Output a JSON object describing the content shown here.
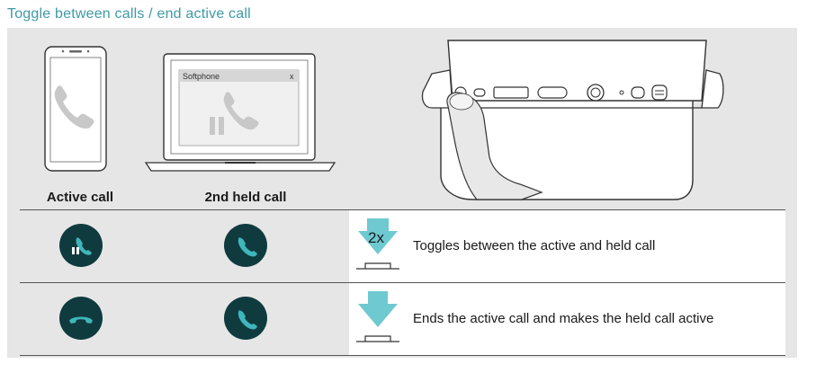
{
  "title": "Toggle between calls / end active call",
  "illustration": {
    "softphone_window_title": "Softphone",
    "softphone_close": "x"
  },
  "columns": {
    "active_call_label": "Active call",
    "held_call_label": "2nd held call"
  },
  "rows": [
    {
      "press_count": "2x",
      "description": "Toggles between the active and held call"
    },
    {
      "press_count": "",
      "description": "Ends the active call and makes the held call active"
    }
  ],
  "colors": {
    "title": "#3d9aa6",
    "icon_circle": "#0f3b3f",
    "phone_teal": "#3fb6ba",
    "arrow": "#6ec9d0",
    "panel_bg": "#e6e6e6"
  }
}
